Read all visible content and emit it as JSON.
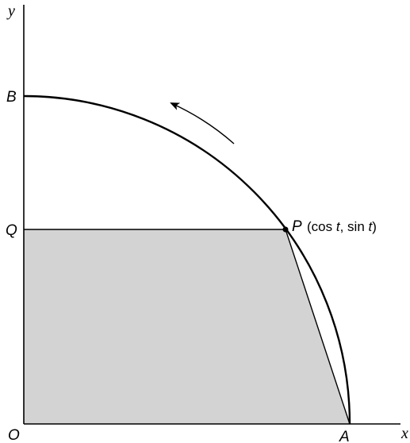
{
  "figure": {
    "axis_x_label": "x",
    "axis_y_label": "y",
    "point_labels": {
      "origin": "O",
      "a": "A",
      "b": "B",
      "q": "Q",
      "p": "P"
    },
    "p_coordinates": {
      "open": "(",
      "cos": "cos",
      "t1": "t",
      "sep": ", sin",
      "t2": "t",
      "close": ")"
    },
    "colors": {
      "shaded_region": "#d3d3d3",
      "stroke": "#000000"
    }
  }
}
